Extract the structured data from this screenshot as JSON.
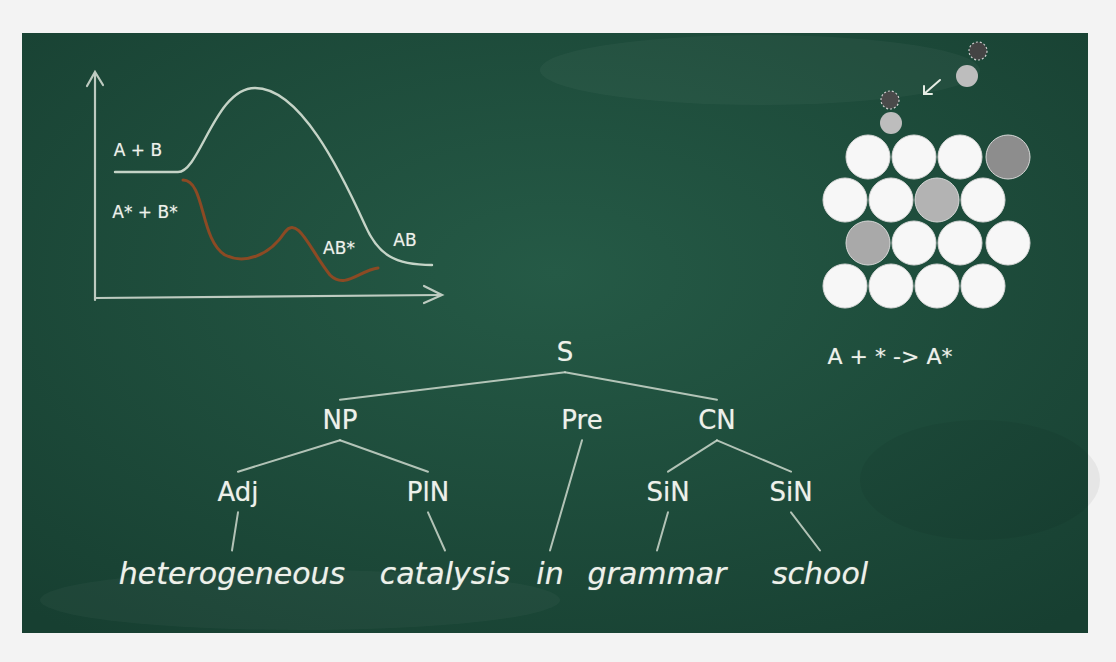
{
  "diagram": {
    "nodes": [
      {
        "text": [
          "S"
        ]
      },
      {
        "text": [
          "NP"
        ]
      },
      {
        "text": [
          "Pre"
        ]
      },
      {
        "text": [
          "CN"
        ]
      },
      {
        "text": [
          "Adj"
        ]
      },
      {
        "text": [
          "PlN"
        ]
      },
      {
        "text": [
          "SiN"
        ]
      },
      {
        "text": [
          "SiN"
        ]
      },
      {
        "text": [
          "heterogeneous"
        ]
      },
      {
        "text": [
          "catalysis"
        ]
      },
      {
        "text": [
          "in"
        ]
      },
      {
        "text": [
          "grammar"
        ]
      },
      {
        "text": [
          "school"
        ]
      }
    ],
    "edges": [
      {
        "from": 0,
        "to": 1,
        "arrow": "none"
      },
      {
        "from": 0,
        "to": 3,
        "arrow": "none"
      },
      {
        "from": 1,
        "to": 4,
        "arrow": "none"
      },
      {
        "from": 1,
        "to": 5,
        "arrow": "none"
      },
      {
        "from": 3,
        "to": 6,
        "arrow": "none"
      },
      {
        "from": 3,
        "to": 7,
        "arrow": "none"
      },
      {
        "from": 4,
        "to": 8,
        "arrow": "none"
      },
      {
        "from": 5,
        "to": 9,
        "arrow": "none"
      },
      {
        "from": 2,
        "to": 10,
        "arrow": "none"
      },
      {
        "from": 6,
        "to": 11,
        "arrow": "none"
      },
      {
        "from": 7,
        "to": 12,
        "arrow": "none"
      }
    ],
    "labels": [
      "A + B",
      "A* + B*",
      "AB*",
      "AB",
      "A + * -> A*"
    ]
  }
}
